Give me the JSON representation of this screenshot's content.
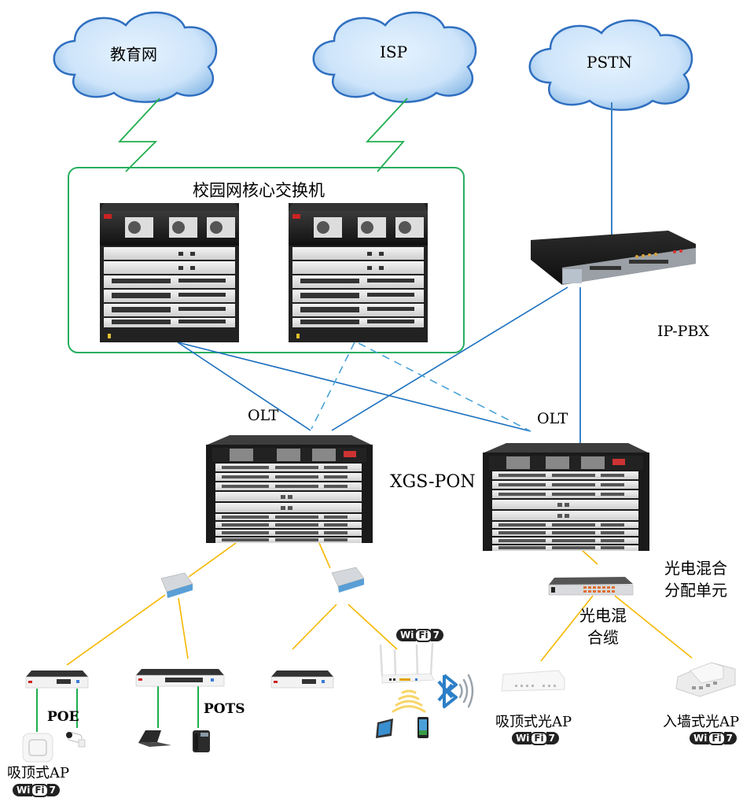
{
  "diagram": {
    "clouds": [
      {
        "id": "edu",
        "label": "教育网"
      },
      {
        "id": "isp",
        "label": "ISP"
      },
      {
        "id": "pstn",
        "label": "PSTN"
      }
    ],
    "core_group": {
      "title": "校园网核心交换机"
    },
    "pbx": {
      "label": "IP-PBX"
    },
    "olt_left": {
      "label": "OLT"
    },
    "olt_right": {
      "label": "OLT"
    },
    "pon_label": "XGS-PON",
    "hybrid_unit": {
      "label_line1": "光电混合",
      "label_line2": "分配单元"
    },
    "hybrid_cable": {
      "label_line1": "光电混",
      "label_line2": "合缆"
    },
    "edge": {
      "poe_label": "POE",
      "pots_label": "POTS",
      "ceiling_ap_label": "吸顶式AP",
      "ceiling_optical_ap_label": "吸顶式光AP",
      "wall_optical_ap_label": "入墙式光AP"
    },
    "wifi_badge": {
      "wi": "Wi",
      "fi": "Fi",
      "num": "7"
    },
    "colors": {
      "wan_link": "#1fae4e",
      "core_link": "#1a6fbf",
      "backup_link": "#4aa3d8",
      "fiber_link": "#f5b800",
      "copper_link": "#1fae4e",
      "cloud_fill": "#cfe6fb",
      "cloud_stroke": "#2f6fc0",
      "group_border": "#27ae60"
    }
  }
}
